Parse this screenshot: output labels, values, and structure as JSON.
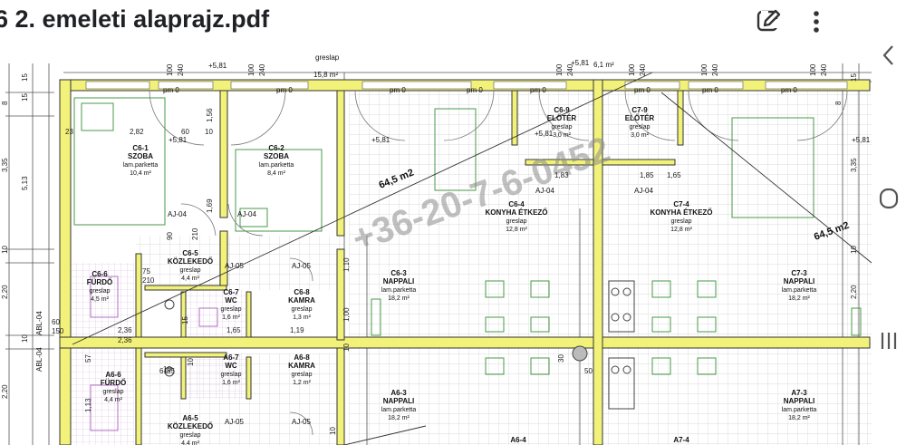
{
  "app": {
    "title": "6 2. emeleti alaprajz.pdf",
    "icons": {
      "edit": "pencil-edit-icon",
      "more": "more-vert-icon",
      "back": "nav-back-icon",
      "home": "nav-home-icon",
      "recent": "nav-recent-icon"
    }
  },
  "watermark": "+36-20-7-6-0452",
  "labels": {
    "pm0": "pm 0",
    "elev": "+5,81",
    "area_top": "6,1 m²",
    "terasz_mat": "greslap",
    "terasz_area": "15,8 m²",
    "big_area": "64,5 m2",
    "aj04": "AJ-04",
    "aj05": "AJ-05",
    "abl04": "ABL-04"
  },
  "rooms": [
    {
      "id": "C6-1",
      "name": "SZOBA",
      "mat": "lam.parketta",
      "area": "10,4 m²"
    },
    {
      "id": "C6-2",
      "name": "SZOBA",
      "mat": "lam.parketta",
      "area": "8,4 m²"
    },
    {
      "id": "C6-5",
      "name": "KÖZLEKEDŐ",
      "mat": "greslap",
      "area": "4,4 m²"
    },
    {
      "id": "C6-6",
      "name": "FÜRDŐ",
      "mat": "greslap",
      "area": "4,5 m²"
    },
    {
      "id": "C6-7",
      "name": "WC",
      "mat": "greslap",
      "area": "1,6 m²"
    },
    {
      "id": "C6-8",
      "name": "KAMRA",
      "mat": "greslap",
      "area": "1,3 m²"
    },
    {
      "id": "C6-3",
      "name": "NAPPALI",
      "mat": "lam.parketta",
      "area": "18,2 m²"
    },
    {
      "id": "C6-4",
      "name": "KONYHA ÉTKEZŐ",
      "mat": "greslap",
      "area": "12,8 m²"
    },
    {
      "id": "C6-9",
      "name": "ELŐTÉR",
      "mat": "greslap",
      "area": "3,0 m²"
    },
    {
      "id": "C7-9",
      "name": "ELŐTÉR",
      "mat": "greslap",
      "area": "3,0 m²"
    },
    {
      "id": "C7-4",
      "name": "KONYHA ÉTKEZŐ",
      "mat": "greslap",
      "area": "12,8 m²"
    },
    {
      "id": "C7-3",
      "name": "NAPPALI",
      "mat": "lam.parketta",
      "area": "18,2 m²"
    },
    {
      "id": "A6-6",
      "name": "FÜRDŐ",
      "mat": "greslap",
      "area": "4,4 m²"
    },
    {
      "id": "A6-7",
      "name": "WC",
      "mat": "greslap",
      "area": "1,6 m²"
    },
    {
      "id": "A6-8",
      "name": "KAMRA",
      "mat": "greslap",
      "area": "1,2 m²"
    },
    {
      "id": "A6-5",
      "name": "KÖZLEKEDŐ",
      "mat": "greslap",
      "area": "4,4 m²"
    },
    {
      "id": "A6-3",
      "name": "NAPPALI",
      "mat": "lam.parketta",
      "area": "18,2 m²"
    },
    {
      "id": "A7-3",
      "name": "NAPPALI",
      "mat": "lam.parketta",
      "area": "18,2 m²"
    },
    {
      "id": "A6-4",
      "name": "",
      "mat": "",
      "area": ""
    },
    {
      "id": "A7-4",
      "name": "",
      "mat": "",
      "area": ""
    }
  ],
  "dims": {
    "left": [
      "15",
      "15",
      "8",
      "3,35",
      "5,13",
      "10",
      "2,20",
      "10",
      "2,20"
    ],
    "right": [
      "15",
      "8",
      "3,35",
      "10",
      "2,20"
    ],
    "top_numbers": [
      "100",
      "240"
    ],
    "inner": [
      "2,82",
      "1,56",
      "60",
      "10",
      "23",
      "90",
      "210",
      "1,69",
      "75",
      "210",
      "60",
      "150",
      "2,36",
      "1,65",
      "1,19",
      "15",
      "10",
      "1,13",
      "57",
      "61",
      "10",
      "85",
      "1,65",
      "1,83",
      "1,85",
      "1,10",
      "1,00",
      "10",
      "2,36",
      "30",
      "50",
      "10"
    ]
  }
}
